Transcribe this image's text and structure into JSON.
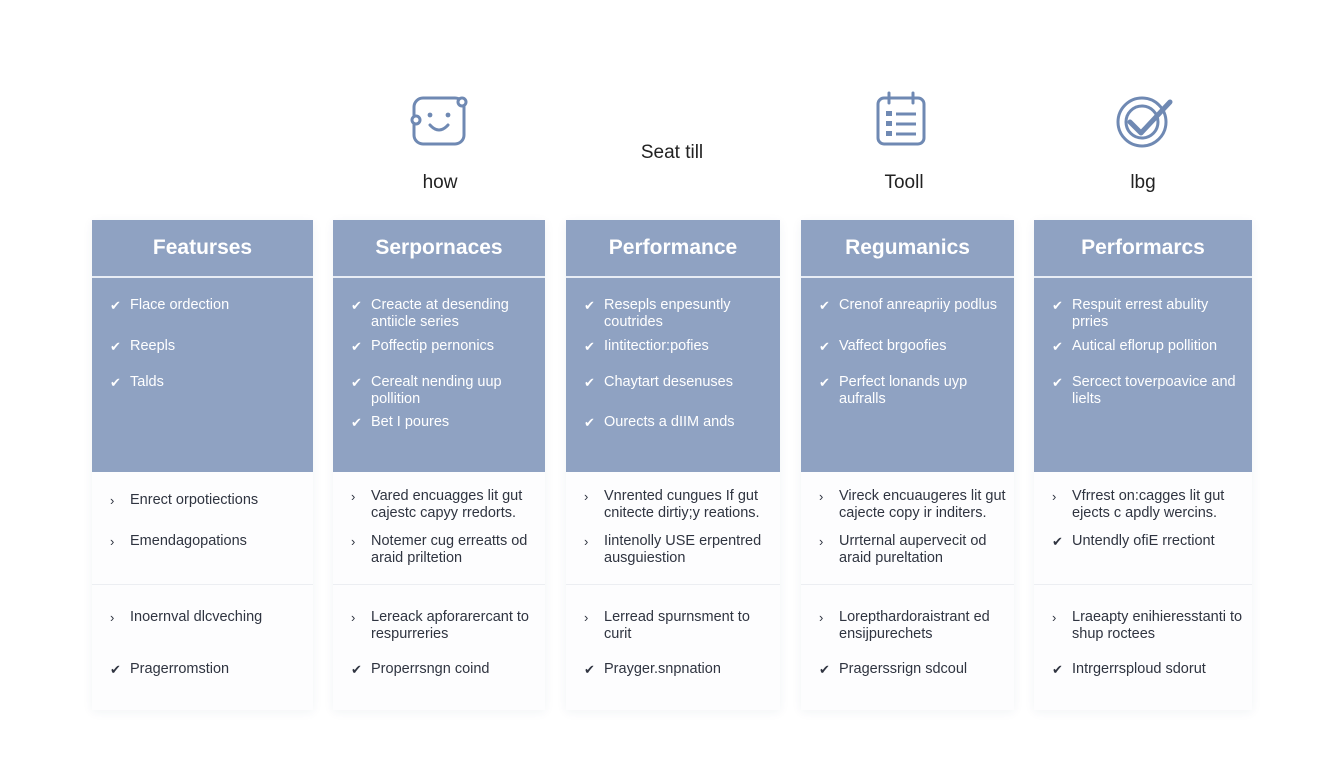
{
  "header": {
    "items": [
      {
        "icon": "smile-chat-icon",
        "caption": "how"
      },
      {
        "icon": "",
        "caption": "Seat till"
      },
      {
        "icon": "calendar-list-icon",
        "caption": "Tooll"
      },
      {
        "icon": "check-badge-icon",
        "caption": "lbg"
      }
    ]
  },
  "colors": {
    "header_blue": "#8fa2c2",
    "icon_blue": "#6f89b3",
    "text_dark": "#2f3440"
  },
  "columns": [
    {
      "title": "Featurses",
      "blue_items": [
        {
          "mark": "✔",
          "text": "Flace ordection"
        },
        {
          "mark": "✔",
          "text": "Reepls"
        },
        {
          "mark": "✔",
          "text": "Talds"
        }
      ],
      "white_top": [
        {
          "mark": "›",
          "text": "Enrect orpotiections"
        },
        {
          "mark": "›",
          "text": "Emendagopations"
        }
      ],
      "white_bottom": [
        {
          "mark": "›",
          "text": "Inoernval dlcveching"
        },
        {
          "mark": "✔",
          "text": "Pragerromstion"
        }
      ]
    },
    {
      "title": "Serpornaces",
      "blue_items": [
        {
          "mark": "✔",
          "text": "Creacte at desending antiicle series"
        },
        {
          "mark": "✔",
          "text": "Poffectip pernonics"
        },
        {
          "mark": "✔",
          "text": "Cerealt nending uup pollition"
        },
        {
          "mark": "✔",
          "text": "Bet I poures"
        }
      ],
      "white_top": [
        {
          "mark": "›",
          "text": "Vared encuagges lit gut cajestc capyy rredorts."
        },
        {
          "mark": "›",
          "text": "Notemer cug erreatts od araid priltetion"
        }
      ],
      "white_bottom": [
        {
          "mark": "›",
          "text": "Lereack apforarercant to respurreries"
        },
        {
          "mark": "✔",
          "text": "Properrsngn coind"
        }
      ]
    },
    {
      "title": "Performance",
      "blue_items": [
        {
          "mark": "✔",
          "text": "Resepls enpesuntly coutrides"
        },
        {
          "mark": "✔",
          "text": "Iintitectior:pofies"
        },
        {
          "mark": "✔",
          "text": "Chaytart desenuses"
        },
        {
          "mark": "✔",
          "text": "Ourects a dIIM ands"
        }
      ],
      "white_top": [
        {
          "mark": "›",
          "text": "Vnrented cungues If gut cnitecte dirtiy;y reations."
        },
        {
          "mark": "›",
          "text": "Iintenolly USE erpentred ausguiestion"
        }
      ],
      "white_bottom": [
        {
          "mark": "›",
          "text": "Lerread spurnsment to curit"
        },
        {
          "mark": "✔",
          "text": "Prayger.snpnation"
        }
      ]
    },
    {
      "title": "Regumanics",
      "blue_items": [
        {
          "mark": "✔",
          "text": "Crenof anreapriiy podlus"
        },
        {
          "mark": "✔",
          "text": "Vaffect brgoofies"
        },
        {
          "mark": "✔",
          "text": "Perfect lonands uyp aufralls"
        }
      ],
      "white_top": [
        {
          "mark": "›",
          "text": "Vireck encuaugeres lit gut cajecte copy ir inditers."
        },
        {
          "mark": "›",
          "text": "Urrternal aupervecit od araid pureltation"
        }
      ],
      "white_bottom": [
        {
          "mark": "›",
          "text": "Lorepthardoraistrant ed ensijpurechets"
        },
        {
          "mark": "✔",
          "text": "Pragerssrign sdcoul"
        }
      ]
    },
    {
      "title": "Performarcs",
      "blue_items": [
        {
          "mark": "✔",
          "text": "Respuit errest abulity prries"
        },
        {
          "mark": "✔",
          "text": "Autical eflorup pollition"
        },
        {
          "mark": "✔",
          "text": "Sercect toverpoavice and lielts"
        }
      ],
      "white_top": [
        {
          "mark": "›",
          "text": "Vfrrest on:cagges lit gut ejects c apdly wercins."
        },
        {
          "mark": "✔",
          "text": "Untendly ofiE rrectiont"
        }
      ],
      "white_bottom": [
        {
          "mark": "›",
          "text": "Lraeapty enihieresstanti to shup roctees"
        },
        {
          "mark": "✔",
          "text": "Intrgerrsploud sdorut"
        }
      ]
    }
  ]
}
